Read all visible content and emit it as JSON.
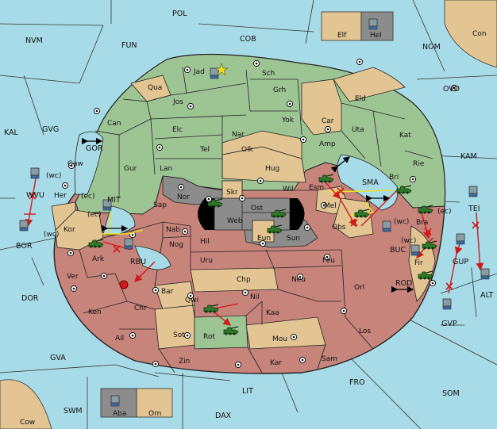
{
  "colors": {
    "sea": "#a8dbe8",
    "green": "#9dc594",
    "tan": "#e3c594",
    "red": "#c7847b",
    "gray": "#8c8c8c",
    "black": "#000000",
    "land": "#e3c594",
    "order": "#d11a1a",
    "support": "#f0e020"
  },
  "seas": {
    "pol": "POL",
    "nvm": "NVM",
    "fun": "FUN",
    "cob": "COB",
    "nom": "NOM",
    "ovd": "OVD",
    "kal": "KAL",
    "gvg": "GVG",
    "gor": "GOR",
    "kam": "KAM",
    "sma": "SMA",
    "mit": "MIT",
    "bor": "BOR",
    "rbu": "RBU",
    "buc": "BUC",
    "dor": "DOR",
    "rod": "ROD",
    "alt": "ALT",
    "gvp": "GVP",
    "gva": "GVA",
    "fro": "FRO",
    "lit": "LIT",
    "som": "SOM",
    "swm": "SWM",
    "dax": "DAX",
    "tei": "TEI",
    "gup": "GUP",
    "wvu": "WVU"
  },
  "coasts": {
    "wc1": "(wc)",
    "wc2": "(wc)",
    "wc3": "(wc)",
    "wc4": "(wc)",
    "ec1": "(ec)",
    "ec2": "(ec)",
    "ec3": "(ec)"
  },
  "lands": {
    "con": "Con",
    "cow": "Cow",
    "elf": "Elf",
    "hel": "Hel",
    "aba": "Aba",
    "orn": "Orn",
    "jad": "Jad",
    "sch": "Sch",
    "qua": "Qua",
    "jos": "Jos",
    "grh": "Grh",
    "eld": "Eld",
    "can": "Can",
    "elc": "Elc",
    "nar": "Nar",
    "yok": "Yok",
    "car": "Car",
    "uta": "Uta",
    "kat": "Kat",
    "amp": "Amp",
    "tel": "Tel",
    "olk": "Olk",
    "gaw": "Gaw",
    "gur": "Gur",
    "lan": "Lan",
    "hug": "Hug",
    "rie": "Rie",
    "bri": "Bri",
    "esm": "Esm",
    "her": "Her",
    "nor": "Nor",
    "skr": "Skr",
    "ost": "Ost",
    "wil": "Wil",
    "sap": "Sap",
    "web": "Web",
    "mel": "Mel",
    "kor": "Kor",
    "nab": "Nab",
    "eun": "Eun",
    "sun": "Sun",
    "obs": "Obs",
    "ark": "Ark",
    "hil": "Hil",
    "nog": "Nog",
    "uru": "Uru",
    "feu": "Feu",
    "bra": "Bra",
    "fir": "Fir",
    "ver": "Ver",
    "chp": "Chp",
    "neu": "Neu",
    "orl": "Orl",
    "bar": "Bar",
    "ken": "Ken",
    "chr": "Chr",
    "qwi": "Qwi",
    "nil": "Nil",
    "kaa": "Kaa",
    "los": "Los",
    "ail": "Ail",
    "sot": "Sot",
    "rot": "Rot",
    "mou": "Mou",
    "zin": "Zin",
    "kar": "Kar",
    "sam": "Sam"
  }
}
